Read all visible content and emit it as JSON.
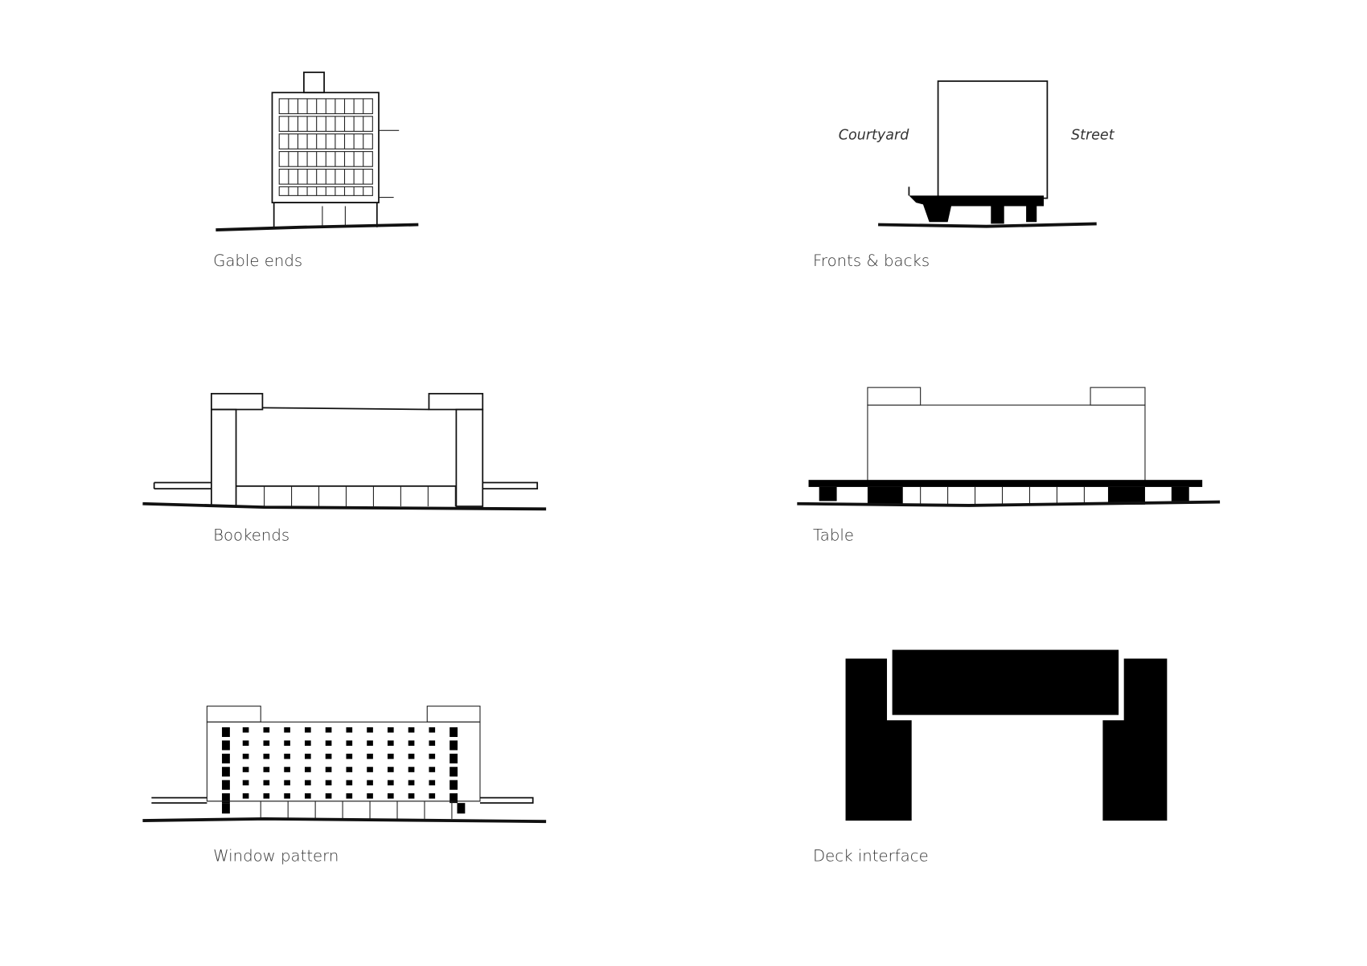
{
  "panels": [
    {
      "label": "Gable ends"
    },
    {
      "label": "Fronts & backs",
      "annotations": {
        "left": "Courtyard",
        "right": "Street"
      }
    },
    {
      "label": "Bookends"
    },
    {
      "label": "Table"
    },
    {
      "label": "Window pattern"
    },
    {
      "label": "Deck interface"
    }
  ]
}
